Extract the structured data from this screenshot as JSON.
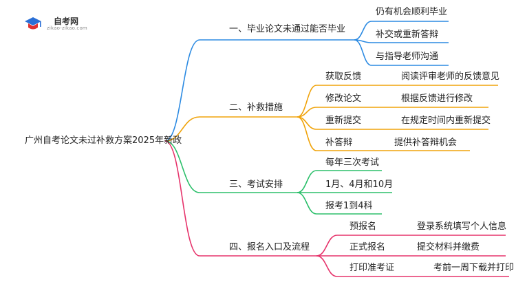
{
  "logo": {
    "name": "自考网",
    "domain": "zikao-zikao.com",
    "colors": {
      "blue": "#2a6fd6",
      "red": "#e03131"
    }
  },
  "root": {
    "label": "广州自考论文未过补救方案2025年新政"
  },
  "branches": [
    {
      "label": "一、毕业论文未通过能否毕业",
      "color": "#2b8ae2",
      "children": [
        {
          "label": "仍有机会顺利毕业"
        },
        {
          "label": "补交或重新答辩"
        },
        {
          "label": "与指导老师沟通"
        }
      ]
    },
    {
      "label": "二、补救措施",
      "color": "#f0a30a",
      "children": [
        {
          "label": "获取反馈",
          "detail": "阅读评审老师的反馈意见"
        },
        {
          "label": "修改论文",
          "detail": "根据反馈进行修改"
        },
        {
          "label": "重新提交",
          "detail": "在规定时间内重新提交"
        },
        {
          "label": "补答辩",
          "detail": "提供补答辩机会"
        }
      ]
    },
    {
      "label": "三、考试安排",
      "color": "#2bbf6a",
      "children": [
        {
          "label": "每年三次考试"
        },
        {
          "label": "1月、4月和10月"
        },
        {
          "label": "报考1到4科"
        }
      ]
    },
    {
      "label": "四、报名入口及流程",
      "color": "#e6336b",
      "children": [
        {
          "label": "预报名",
          "detail": "登录系统填写个人信息"
        },
        {
          "label": "正式报名",
          "detail": "提交材料并缴费"
        },
        {
          "label": "打印准考证",
          "detail": "考前一周下载并打印"
        }
      ]
    }
  ]
}
